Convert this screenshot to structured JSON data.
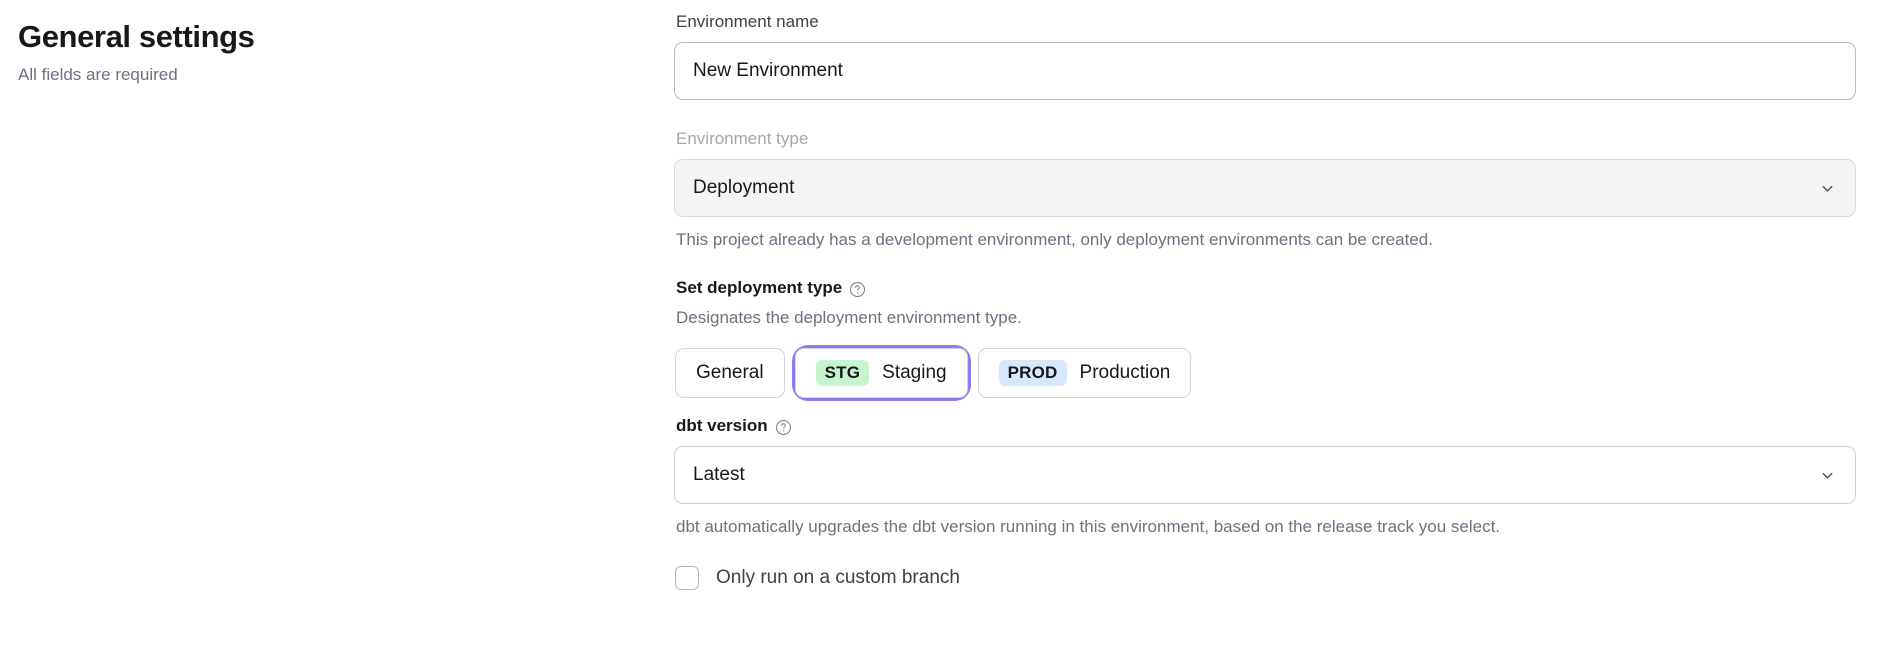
{
  "header": {
    "title": "General settings",
    "subtitle": "All fields are required"
  },
  "form": {
    "environment_name": {
      "label": "Environment name",
      "value": "New Environment",
      "placeholder": "Environment name"
    },
    "environment_type": {
      "label": "Environment type",
      "value": "Deployment",
      "help_text": "This project already has a development environment, only deployment environments can be created.",
      "chevron_icon": "chevron-down-icon",
      "disabled": true
    },
    "deployment_type": {
      "label": "Set deployment type",
      "help_icon": "question-circle-icon",
      "description": "Designates the deployment environment type.",
      "options": [
        {
          "label": "General",
          "badge": "",
          "selected": false
        },
        {
          "label": "Staging",
          "badge": "STG",
          "selected": true
        },
        {
          "label": "Production",
          "badge": "PROD",
          "selected": false
        }
      ]
    },
    "dbt_version": {
      "label": "dbt version",
      "help_icon": "question-circle-icon",
      "value": "Latest",
      "chevron_icon": "chevron-down-icon",
      "help_text": "dbt automatically upgrades the dbt version running in this environment, based on the release track you select."
    },
    "custom_branch": {
      "label": "Only run on a custom branch",
      "checked": false
    }
  },
  "colors": {
    "focus_ring": "#8b7cf0",
    "badge_stg_bg": "#c5f5cf",
    "badge_prod_bg": "#d8e8fc",
    "disabled_field_bg": "#f4f4f5",
    "muted_text": "#6b7280"
  }
}
